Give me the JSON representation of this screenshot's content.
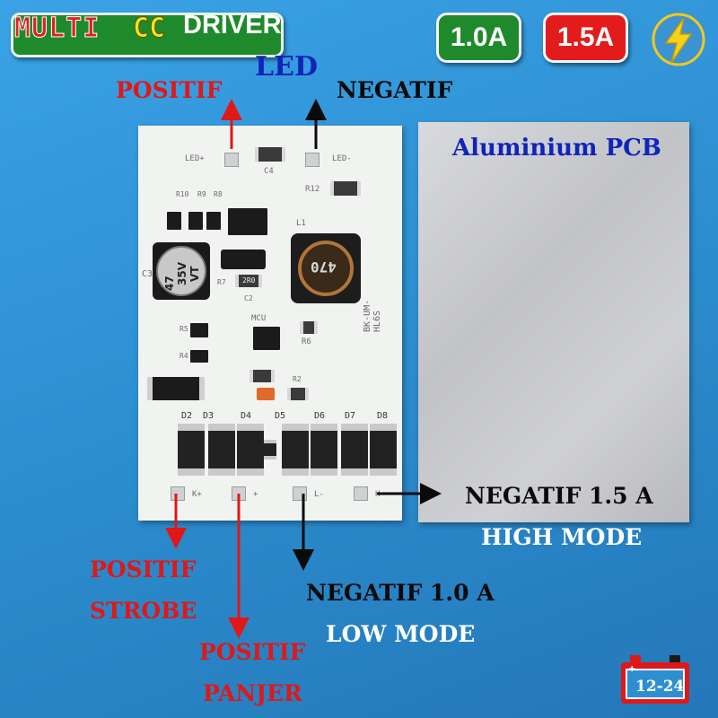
{
  "header": {
    "title_multi": "MULTI",
    "title_cc": "CC",
    "title_driver": "DRIVER",
    "amp_low": "1.0A",
    "amp_high": "1.5A",
    "bolt_icon": "lightning-bolt-icon"
  },
  "labels": {
    "led": "LED",
    "positif_top": "POSITIF",
    "negatif_top": "NEGATIF",
    "aluminium_pcb": "Aluminium PCB",
    "negatif_15": "NEGATIF 1.5 A",
    "high_mode": "HIGH MODE",
    "negatif_10": "NEGATIF 1.0 A",
    "low_mode": "LOW MODE",
    "positif_strobe_1": "POSITIF",
    "positif_strobe_2": "STROBE",
    "positif_panjer_1": "POSITIF",
    "positif_panjer_2": "PANJER"
  },
  "pcb": {
    "silk_led_plus": "LED+",
    "silk_led_minus": "LED-",
    "silk_c4": "C4",
    "silk_r12": "R12",
    "silk_l1": "L1",
    "inductor_value": "470",
    "cap_value_1": "47",
    "cap_value_2": "35V",
    "cap_value_3": "VT",
    "silk_c3": "C3",
    "silk_mcu": "MCU",
    "silk_r6": "R6",
    "silk_board": "BK-UM-HL6S",
    "silk_r10": "R10",
    "silk_r9": "R9",
    "silk_r8": "R8",
    "silk_r7": "R7",
    "silk_r5": "R5",
    "silk_r4": "R4",
    "silk_r2": "R2",
    "silk_c2": "C2",
    "res_2r0": "2R0",
    "diodes": [
      "D2",
      "D3",
      "D4",
      "D5",
      "D6",
      "D7",
      "D8"
    ],
    "pad_labels": [
      "K+",
      "+",
      "L-",
      "H-"
    ]
  },
  "battery": {
    "label": "12-24",
    "icon": "battery-icon"
  },
  "colors": {
    "background": "#2e8fd0",
    "label_red": "#e01818",
    "label_black": "#0a0a0a",
    "label_navy": "#1024b8",
    "badge_green": "#1f8a2c",
    "badge_red": "#e31b1b"
  }
}
